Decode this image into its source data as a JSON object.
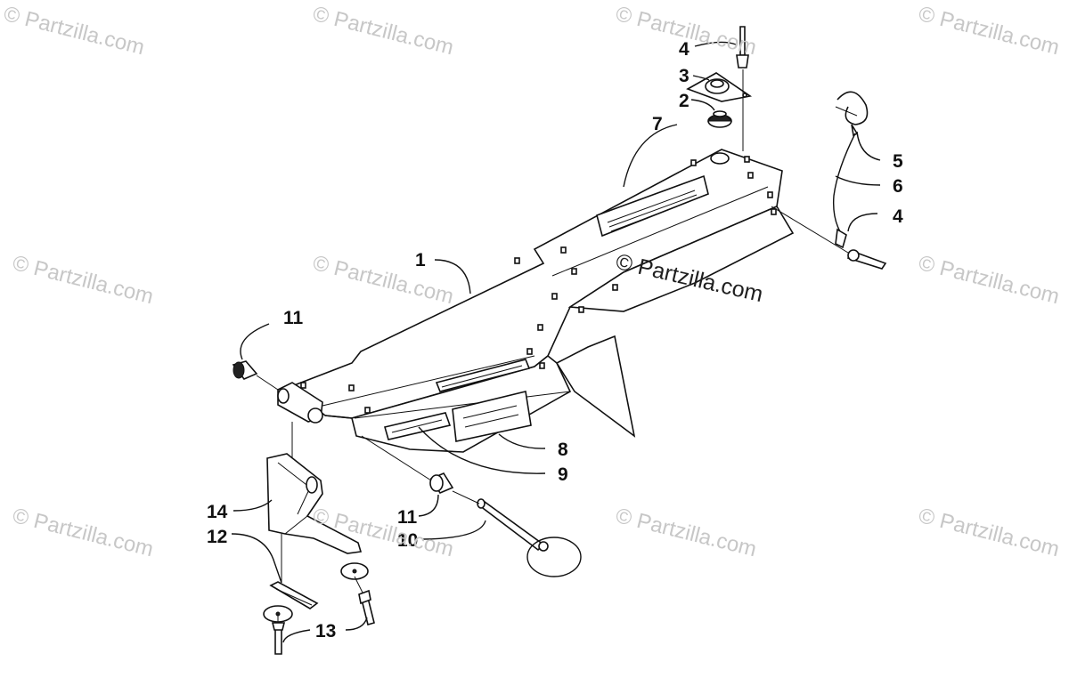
{
  "watermark": {
    "text": "© Partzilla.com"
  },
  "callouts": [
    {
      "id": "c1",
      "label": "1"
    },
    {
      "id": "c2",
      "label": "2"
    },
    {
      "id": "c3",
      "label": "3"
    },
    {
      "id": "c4a",
      "label": "4"
    },
    {
      "id": "c4b",
      "label": "4"
    },
    {
      "id": "c5",
      "label": "5"
    },
    {
      "id": "c6",
      "label": "6"
    },
    {
      "id": "c7",
      "label": "7"
    },
    {
      "id": "c8",
      "label": "8"
    },
    {
      "id": "c9",
      "label": "9"
    },
    {
      "id": "c10",
      "label": "10"
    },
    {
      "id": "c11a",
      "label": "11"
    },
    {
      "id": "c11b",
      "label": "11"
    },
    {
      "id": "c12",
      "label": "12"
    },
    {
      "id": "c13",
      "label": "13"
    },
    {
      "id": "c14",
      "label": "14"
    }
  ]
}
